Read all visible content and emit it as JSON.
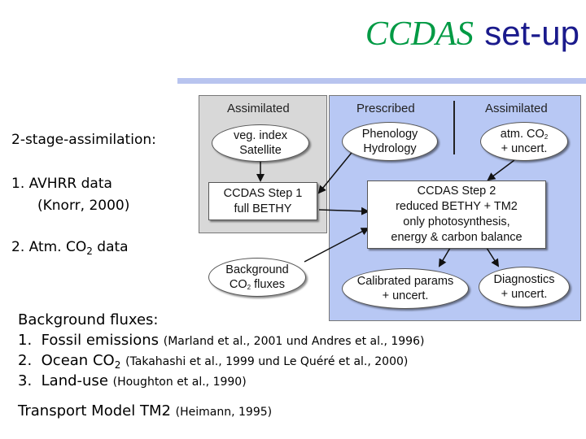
{
  "title": {
    "part1": "CCDAS",
    "part2": "set-up"
  },
  "diagram": {
    "gray_header": "Assimilated",
    "blue_header_left": "Prescribed",
    "blue_header_right": "Assimilated",
    "veg_index": {
      "line1": "veg. index",
      "line2": "Satellite"
    },
    "step1": {
      "line1": "CCDAS Step 1",
      "line2": "full BETHY"
    },
    "phenology": {
      "line1": "Phenology",
      "line2": "Hydrology"
    },
    "atm_co2": {
      "line1a": "atm. CO",
      "line1sub": "2",
      "line2": "+ uncert."
    },
    "step2": {
      "line1": "CCDAS Step 2",
      "line2": "reduced BETHY + TM2",
      "line3": "only photosynthesis,",
      "line4": "energy & carbon balance"
    },
    "background": {
      "line1": "Background",
      "line2a": "CO",
      "line2sub": "2",
      "line2b": " fluxes"
    },
    "calibrated": {
      "line1": "Calibrated params",
      "line2": "+ uncert."
    },
    "diagnostics": {
      "line1": "Diagnostics",
      "line2": "+ uncert."
    }
  },
  "left_text": {
    "heading": "2-stage-assimilation:",
    "item1_a": "1.  AVHRR data",
    "item1_b": "(Knorr, 2000)",
    "item2_a": "2.  Atm. CO",
    "item2_sub": "2",
    "item2_b": " data"
  },
  "background_fluxes": {
    "heading": "Background fluxes:",
    "items": [
      {
        "num": "1.",
        "label": "Fossil emissions",
        "sub": "",
        "label_tail": "",
        "ref": "(Marland et al., 2001 und Andres et al., 1996)"
      },
      {
        "num": "2.",
        "label": "Ocean CO",
        "sub": "2",
        "label_tail": "",
        "ref": "(Takahashi et al., 1999 und Le Quéré et al., 2000)"
      },
      {
        "num": "3.",
        "label": "Land-use",
        "sub": "",
        "label_tail": "",
        "ref": "(Houghton et al., 1990)"
      }
    ]
  },
  "transport": {
    "label": "Transport Model TM2",
    "ref": "(Heimann, 1995)"
  }
}
